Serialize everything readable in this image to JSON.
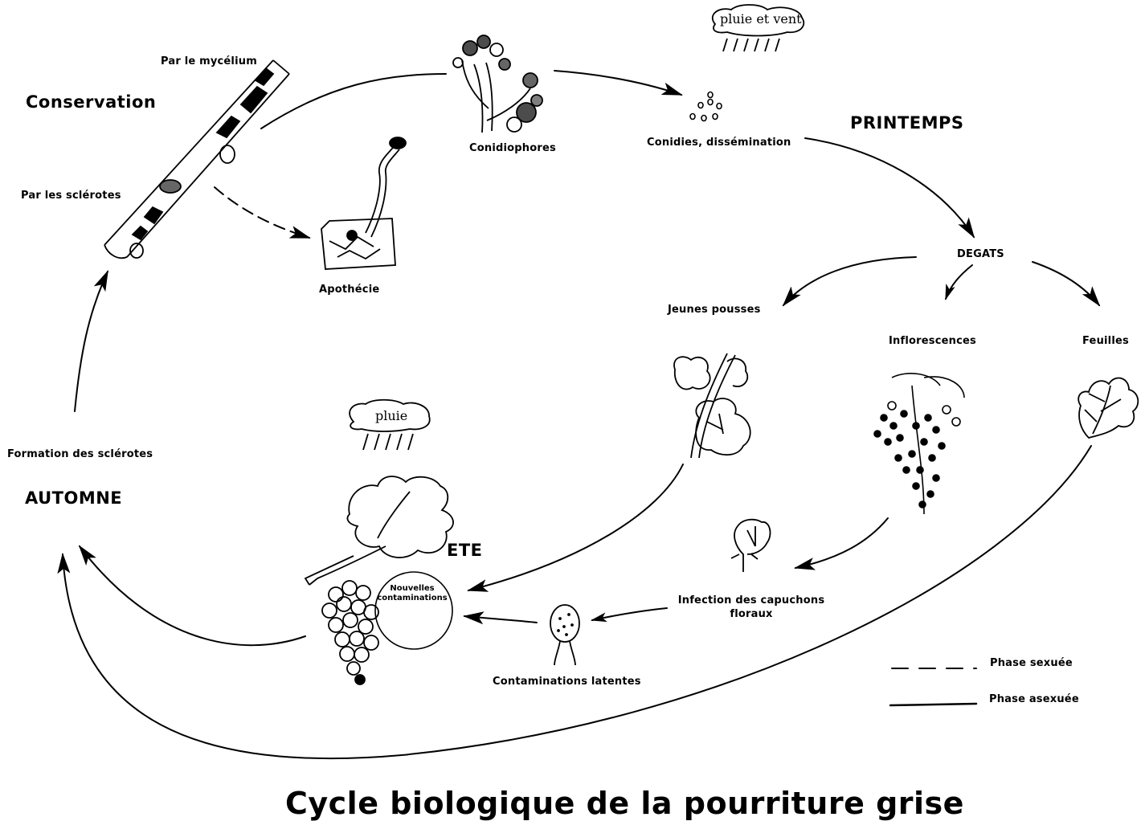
{
  "title": "Cycle biologique de la pourriture grise",
  "seasons": {
    "conservation": "Conservation",
    "printemps": "PRINTEMPS",
    "automne": "AUTOMNE",
    "ete": "ETE"
  },
  "labels": {
    "par_mycelium": "Par le mycélium",
    "par_sclerotes": "Par les sclérotes",
    "apothecie": "Apothécie",
    "conidiophores": "Conidiophores",
    "conidies": "Conidies, dissémination",
    "degats": "DEGATS",
    "jeunes_pousses": "Jeunes pousses",
    "inflorescences": "Inflorescences",
    "feuilles": "Feuilles",
    "formation_sclerotes": "Formation des sclérotes",
    "nouvelles_line1": "Nouvelles",
    "nouvelles_line2": "contaminations",
    "infection_line1": "Infection des capuchons",
    "infection_line2": "floraux",
    "contaminations_latentes": "Contaminations latentes"
  },
  "weather": {
    "pluie_et_vent": "pluie et vent",
    "pluie": "pluie"
  },
  "legend": {
    "sexual": "Phase sexuée",
    "asexual": "Phase asexuée"
  },
  "colors": {
    "ink": "#000000",
    "background": "#ffffff"
  }
}
